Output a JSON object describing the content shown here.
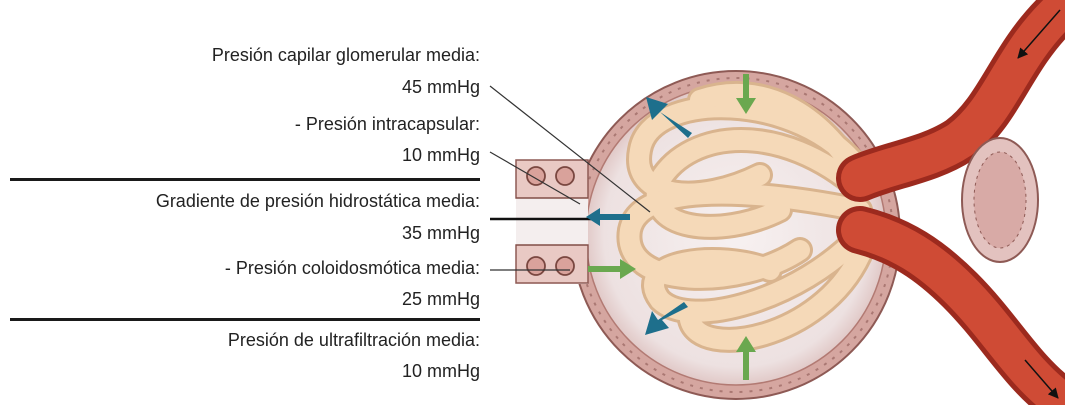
{
  "labels": {
    "glomerular_pressure": "Presión capilar glomerular media:",
    "glomerular_value": "45 mmHg",
    "intracapsular_pressure": "- Presión intracapsular:",
    "intracapsular_value": "10 mmHg",
    "hydrostatic_gradient": "Gradiente de presión hidrostática media:",
    "hydrostatic_value": "35 mmHg",
    "colloid_pressure": "- Presión coloidosmótica media:",
    "colloid_value": "25 mmHg",
    "ultrafiltration_pressure": "Presión de ultrafiltración media:",
    "ultrafiltration_value": "10 mmHg"
  },
  "colors": {
    "arrow_teal": "#1e6f8c",
    "arrow_green": "#6aa84f",
    "capillary": "#f3d3ae",
    "capsule": "#e2b7a8",
    "vessel": "#c83a2a"
  }
}
